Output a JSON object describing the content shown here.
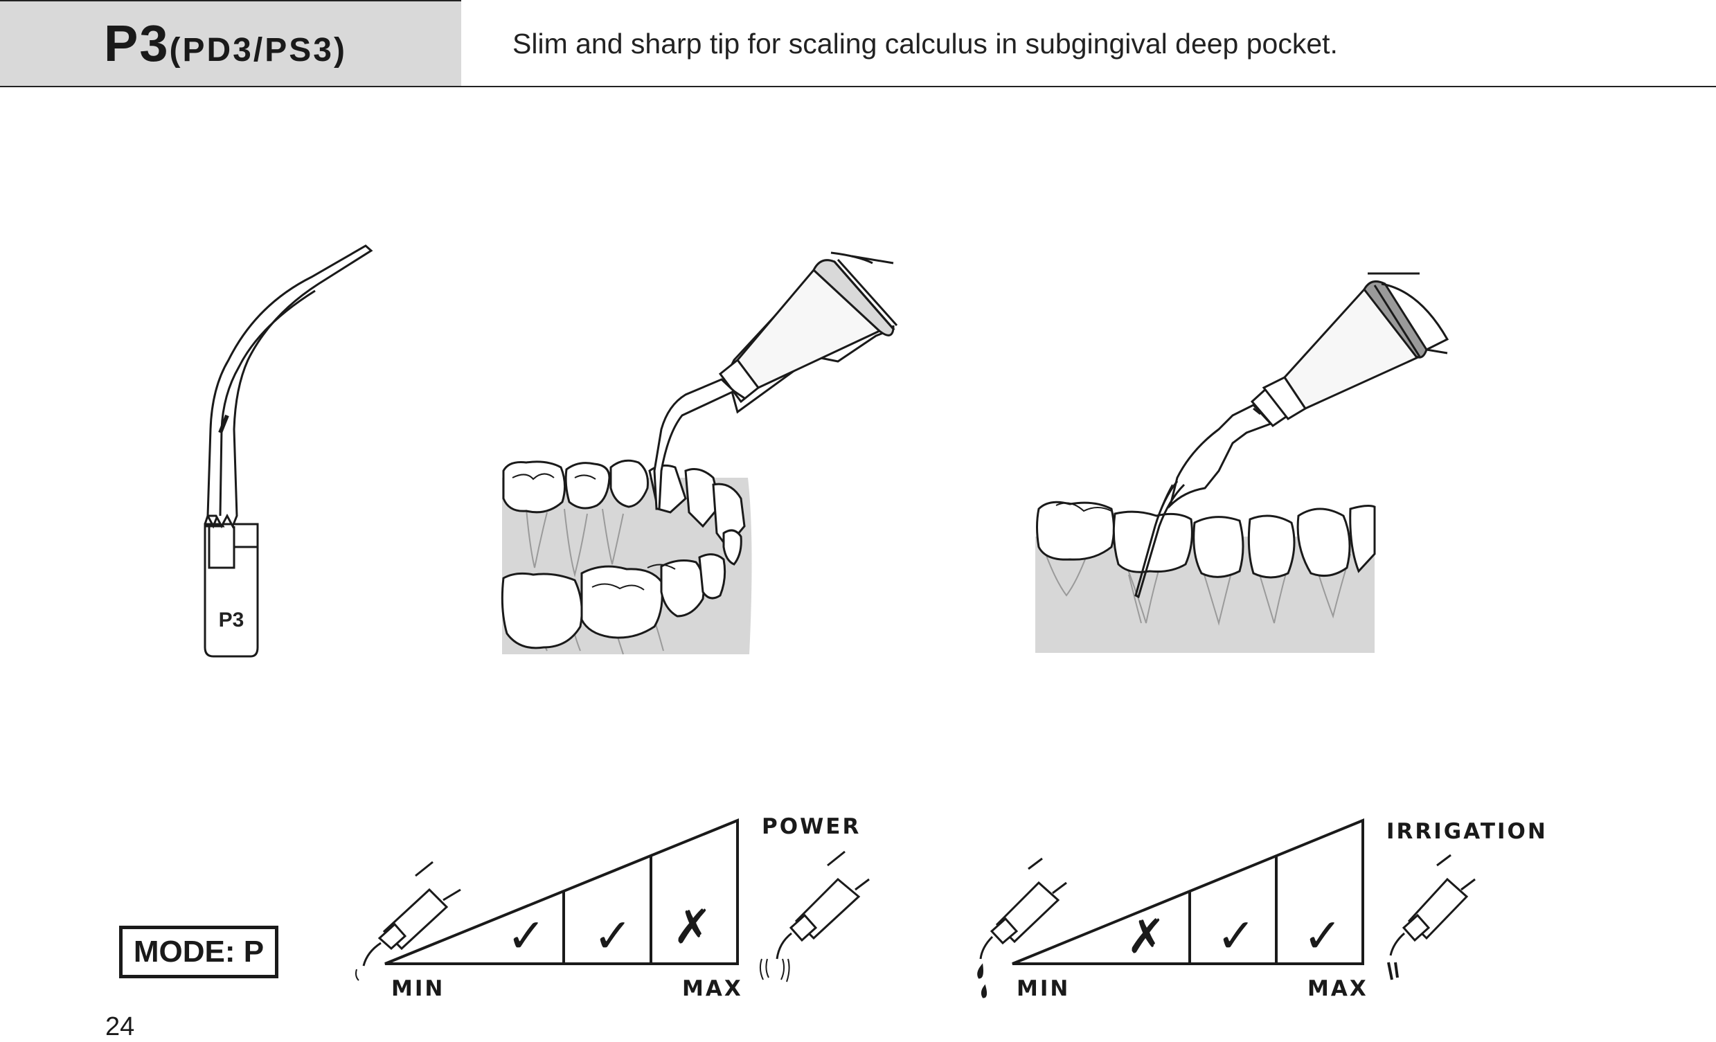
{
  "header": {
    "title_main": "P3",
    "title_sub": "(PD3/PS3)",
    "description": "Slim and sharp tip for scaling calculus in subgingival deep pocket."
  },
  "tip_illustration": {
    "label": "P3"
  },
  "power_scale": {
    "title": "POWER",
    "min_label": "MIN",
    "max_label": "MAX",
    "cells": [
      "✓",
      "✓",
      "✗"
    ]
  },
  "irrigation_scale": {
    "title": "IRRIGATION",
    "min_label": "MIN",
    "max_label": "MAX",
    "cells": [
      "✗",
      "✓",
      "✓"
    ]
  },
  "mode": "MODE: P",
  "page_number": "24",
  "colors": {
    "header_bg": "#d9d9d9",
    "gum": "#d7d7d7",
    "ink": "#1a1a1a"
  }
}
